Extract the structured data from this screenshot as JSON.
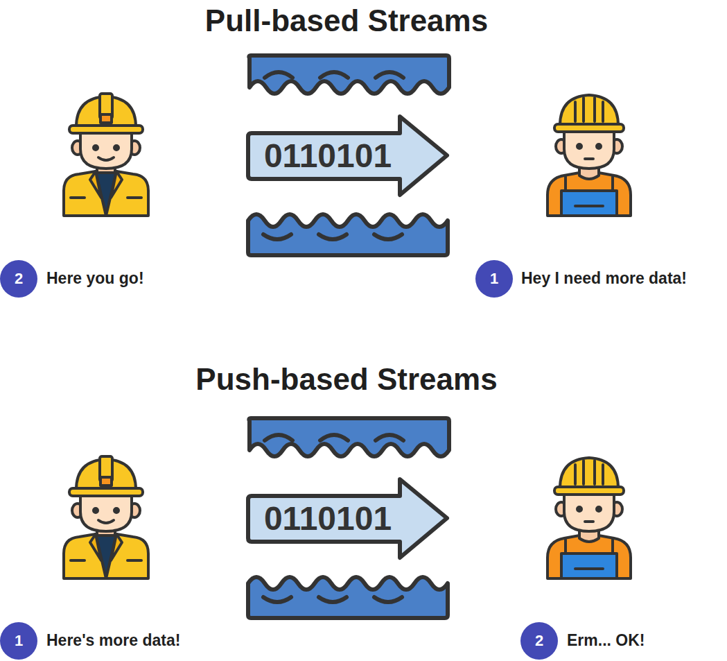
{
  "diagram": {
    "nodes": [
      {
        "text": [
          "0110101"
        ]
      },
      {
        "text": [
          "0110101"
        ]
      }
    ],
    "labels": [
      "Pull-based Streams",
      "2",
      "Here you go!",
      "1",
      "Hey I need more data!",
      "Push-based Streams",
      "1",
      "Here's more data!",
      "2",
      "Erm... OK!"
    ]
  }
}
